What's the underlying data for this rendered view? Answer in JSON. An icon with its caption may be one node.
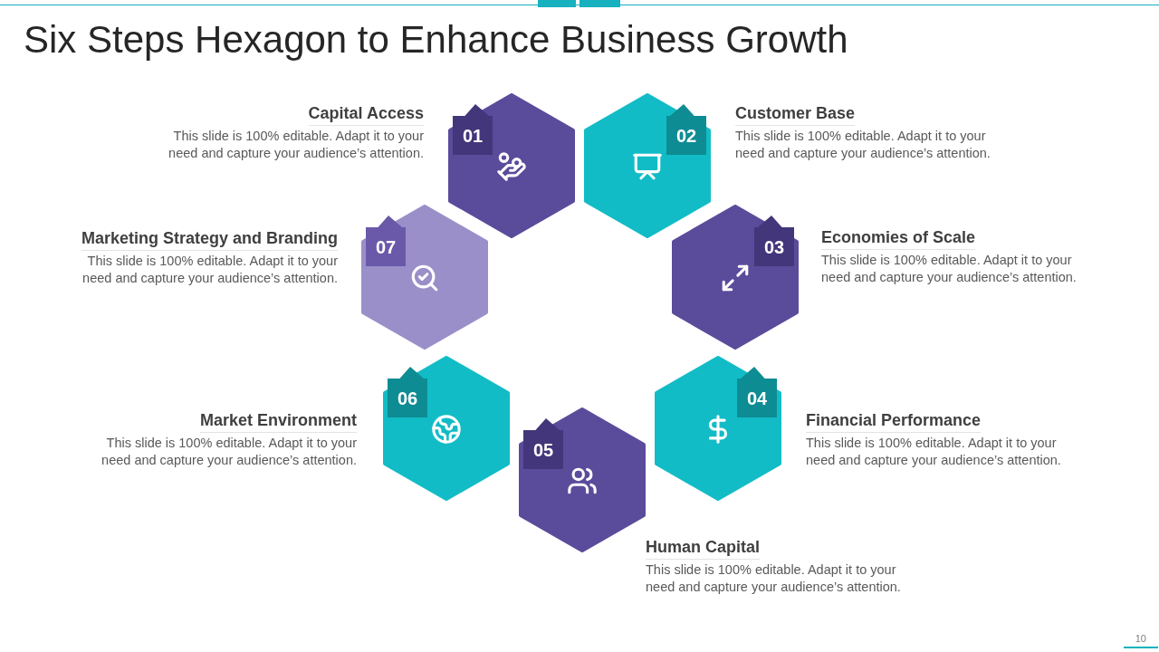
{
  "diagram": {
    "title": "Six Steps Hexagon to Enhance Business Growth",
    "nodes": [
      {
        "text": [
          "01"
        ],
        "beside": [
          "Capital Access",
          "This slide is 100% editable. Adapt it to your need and capture your audience’s attention."
        ]
      },
      {
        "text": [
          "02"
        ],
        "beside": [
          "Customer Base",
          "This slide is 100% editable. Adapt it to your need and capture your audience’s attention."
        ]
      },
      {
        "text": [
          "03"
        ],
        "beside": [
          "Economies of Scale",
          "This slide is 100% editable. Adapt it to your need and capture your audience’s attention."
        ]
      },
      {
        "text": [
          "04"
        ],
        "beside": [
          "Financial Performance",
          "This slide is 100% editable. Adapt it to your need and capture your audience’s attention."
        ]
      },
      {
        "text": [
          "05"
        ],
        "beside": [
          "Human Capital",
          "This slide is 100% editable. Adapt it to your need and capture your audience’s attention."
        ]
      },
      {
        "text": [
          "06"
        ],
        "beside": [
          "Market Environment",
          "This slide is 100% editable. Adapt it to your need and capture your audience’s attention."
        ]
      },
      {
        "text": [
          "07"
        ],
        "beside": [
          "Marketing Strategy and Branding",
          "This slide is 100% editable. Adapt it to your need and capture your audience’s attention."
        ]
      }
    ],
    "labels": [
      "10"
    ]
  }
}
